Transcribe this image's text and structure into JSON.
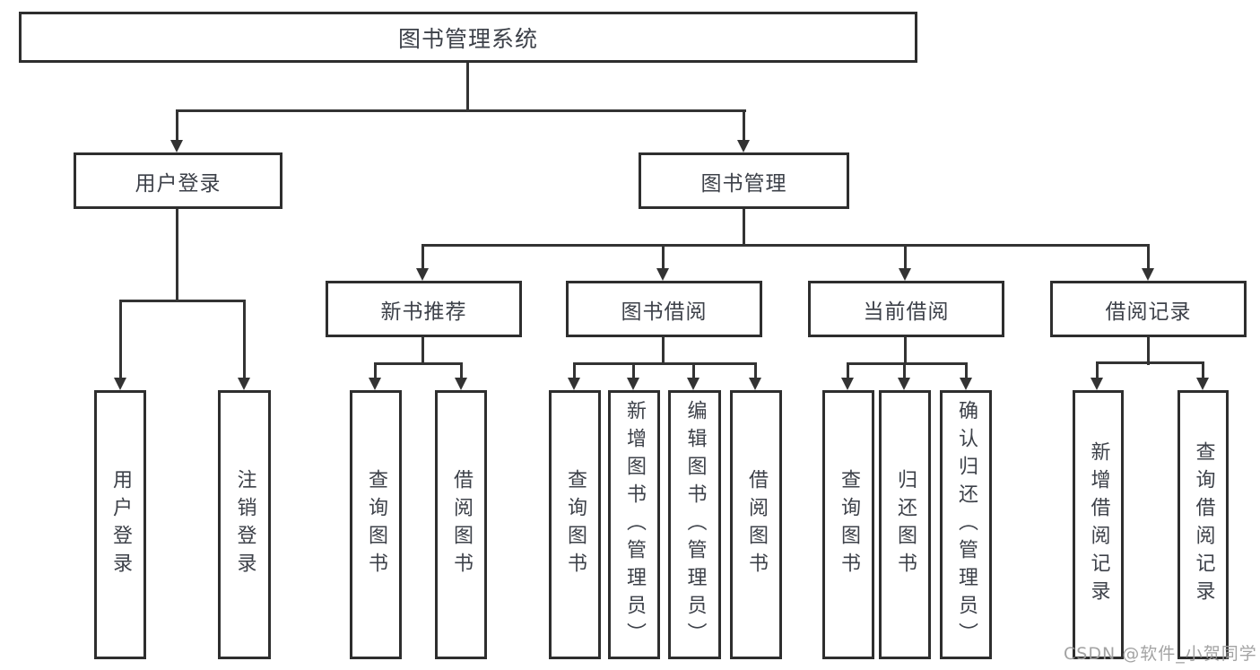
{
  "diagram": {
    "root": {
      "label": "图书管理系统",
      "children": [
        {
          "label": "用户登录",
          "children": [
            {
              "label": "用户登录"
            },
            {
              "label": "注销登录"
            }
          ]
        },
        {
          "label": "图书管理",
          "children": [
            {
              "label": "新书推荐",
              "children": [
                {
                  "label": "查询图书"
                },
                {
                  "label": "借阅图书"
                }
              ]
            },
            {
              "label": "图书借阅",
              "children": [
                {
                  "label": "查询图书"
                },
                {
                  "label": "新增图书（管理员）"
                },
                {
                  "label": "编辑图书（管理员）"
                },
                {
                  "label": "借阅图书"
                }
              ]
            },
            {
              "label": "当前借阅",
              "children": [
                {
                  "label": "查询图书"
                },
                {
                  "label": "归还图书"
                },
                {
                  "label": "确认归还（管理员）"
                }
              ]
            },
            {
              "label": "借阅记录",
              "children": [
                {
                  "label": "新增借阅记录"
                },
                {
                  "label": "查询借阅记录"
                }
              ]
            }
          ]
        }
      ]
    }
  },
  "watermark": {
    "text": "CSDN @软件_小贺同学"
  },
  "colors": {
    "line": "#333333",
    "node_border": "#2e2e2e",
    "text": "#3d4149",
    "watermark": "#9e9e9e"
  }
}
